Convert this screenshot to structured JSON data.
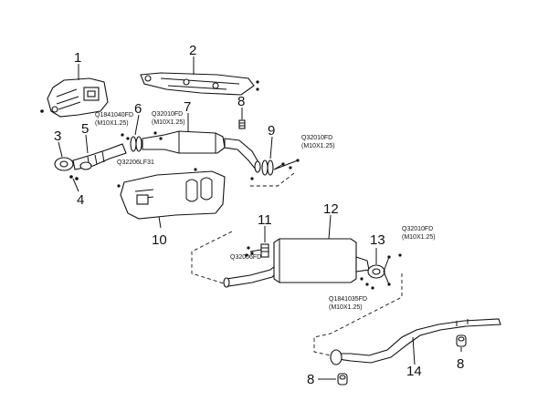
{
  "callouts": {
    "c1": "1",
    "c2": "2",
    "c3": "3",
    "c4": "4",
    "c5": "5",
    "c6": "6",
    "c7": "7",
    "c8a": "8",
    "c8b": "8",
    "c8c": "8",
    "c9": "9",
    "c10": "10",
    "c11": "11",
    "c12": "12",
    "c13": "13",
    "c14": "14"
  },
  "part_numbers": {
    "q1841040_code": "Q1841040FD",
    "q1841040_spec": "(M10X1.25)",
    "q32010_a_code": "Q32010FD",
    "q32010_a_spec": "(M10X1.25)",
    "q32010_b_code": "Q32010FD",
    "q32010_b_spec": "(M10X1.25)",
    "q32206": "Q32206LF31",
    "q32006": "Q32006FD",
    "q32010_c_code": "Q32010FD",
    "q32010_c_spec": "(M10X1.25)",
    "q1841035_code": "Q1841035FD",
    "q1841035_spec": "(M10X1.25)"
  }
}
